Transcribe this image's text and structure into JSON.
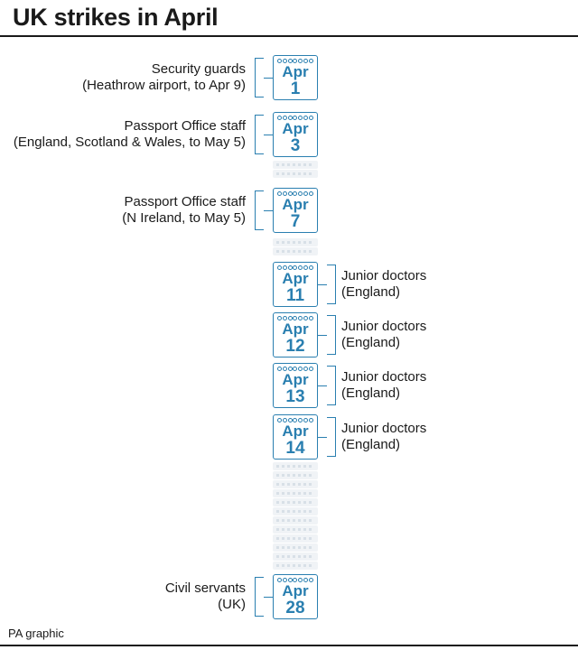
{
  "title": "UK strikes in April",
  "credit": "PA graphic",
  "month_label": "Apr",
  "events": [
    {
      "day": "1",
      "side": "left",
      "lines": [
        "Security guards",
        "(Heathrow airport, to Apr 9)"
      ]
    },
    {
      "day": "3",
      "side": "left",
      "lines": [
        "Passport Office staff",
        "(England, Scotland & Wales, to May 5)"
      ]
    },
    {
      "day": "7",
      "side": "left",
      "lines": [
        "Passport Office staff",
        "(N Ireland, to May 5)"
      ]
    },
    {
      "day": "11",
      "side": "right",
      "lines": [
        "Junior doctors",
        "(England)"
      ]
    },
    {
      "day": "12",
      "side": "right",
      "lines": [
        "Junior doctors",
        "(England)"
      ]
    },
    {
      "day": "13",
      "side": "right",
      "lines": [
        "Junior doctors",
        "(England)"
      ]
    },
    {
      "day": "14",
      "side": "right",
      "lines": [
        "Junior doctors",
        "(England)"
      ]
    },
    {
      "day": "28",
      "side": "left",
      "lines": [
        "Civil servants",
        "(UK)"
      ]
    }
  ]
}
